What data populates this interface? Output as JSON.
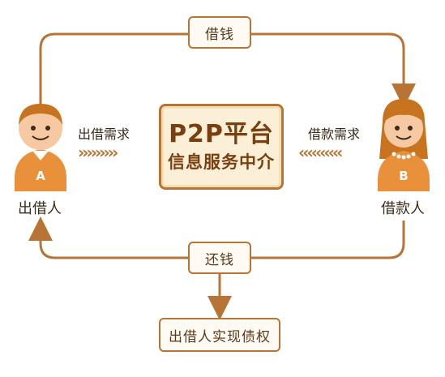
{
  "center": {
    "line1": "P2P平台",
    "line2": "信息服务中介"
  },
  "top_box": "借钱",
  "bottom_box": "还钱",
  "result_box": "出借人实现债权",
  "left_arrow_label": "出借需求",
  "right_arrow_label": "借款需求",
  "lender": {
    "badge": "A",
    "label": "出借人"
  },
  "borrower": {
    "badge": "B",
    "label": "借款人"
  },
  "colors": {
    "accent": "#b87434",
    "text": "#3a2a1a",
    "skin": "#f7c9a3",
    "hair": "#c7731f"
  }
}
